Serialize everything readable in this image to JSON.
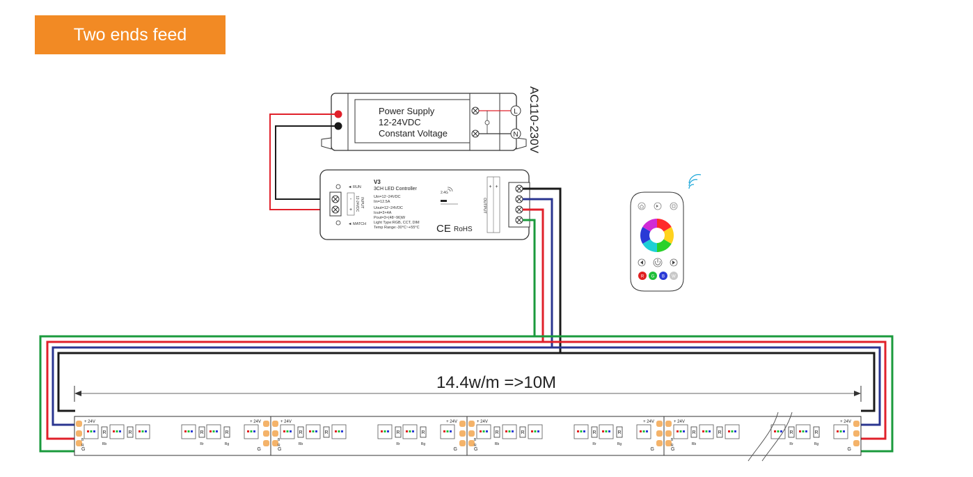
{
  "title": "Two ends feed",
  "power_supply": {
    "line1": "Power Supply",
    "line2": "12-24VDC",
    "line3": "Constant Voltage",
    "terminal_l": "L",
    "terminal_n": "N",
    "ac_input": "AC110-230V"
  },
  "controller": {
    "model": "V3",
    "name": "3CH LED Controller",
    "run": "RUN",
    "match": "MATCH",
    "uin": "Uin=12~24VDC",
    "iin": "Iin=12.5A",
    "uout": "Uout=12~24VDC",
    "iout": "Iout=3×4A",
    "pout": "Pout=3×(48~96)W",
    "light_type": "Light Type:RGB, CCT, DIM",
    "temp": "Temp Range:-30°C~+55°C",
    "freq": "2.4G",
    "ce": "CE",
    "rohs": "RoHS",
    "input_label": "INPUT",
    "input_voltage": "12-24VDC",
    "output_label": "OUTPUT",
    "minus": "-",
    "plus": "+"
  },
  "remote": {
    "btn_r": "R",
    "btn_g": "G",
    "btn_b": "B",
    "btn_w": "W"
  },
  "strip": {
    "length_label": "14.4w/m =>10M",
    "v24": "+ 24V",
    "label_b": "B",
    "label_r": "R",
    "label_g": "G",
    "resistor_rb": "Rb",
    "resistor_rr": "Rr",
    "resistor_rg": "Rg",
    "resistor_r": "R"
  },
  "colors": {
    "banner": "#f28a24",
    "wire_red": "#e0202a",
    "wire_green": "#1a9a3c",
    "wire_blue": "#2a3590",
    "wire_black": "#1a1a1a",
    "pad": "#f4b36a"
  }
}
